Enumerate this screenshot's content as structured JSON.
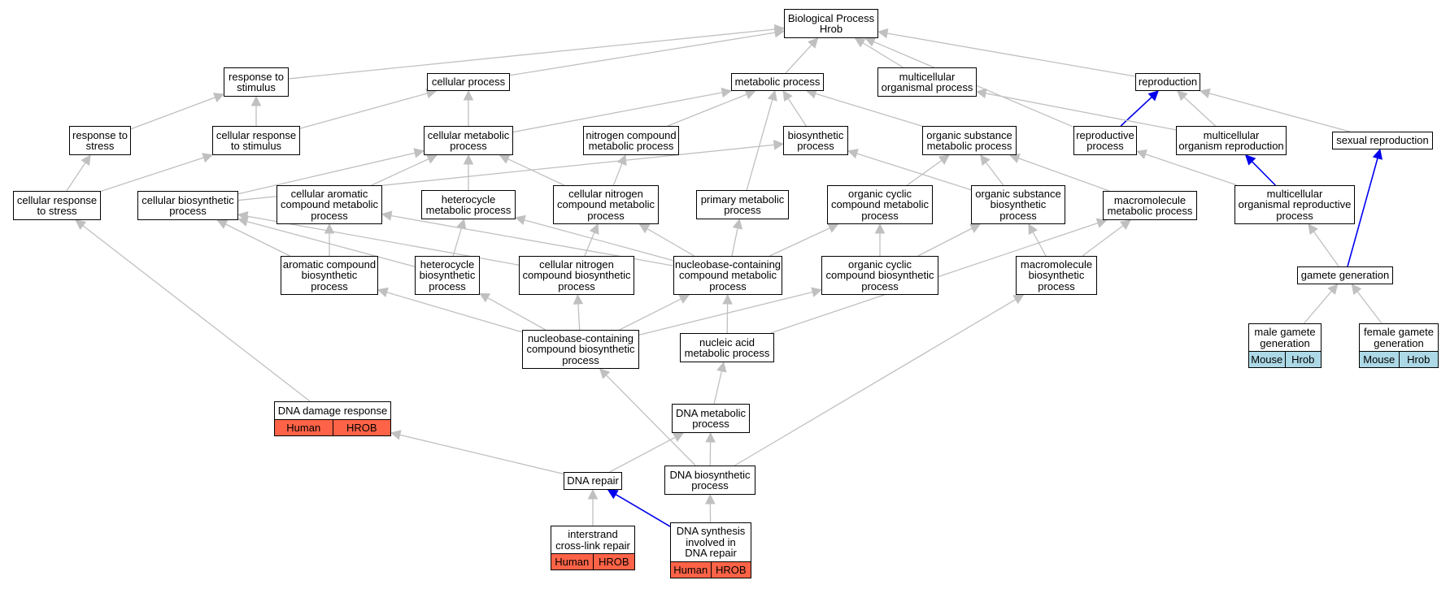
{
  "diagram": {
    "edge_color": "#c0c0c0",
    "highlight_edge_color": "#0000ee",
    "annotation_colors": {
      "Human": "#ff6347",
      "HROB": "#ff6347",
      "Mouse": "#add8e6",
      "Hrob": "#add8e6"
    },
    "nodes": [
      {
        "id": "bp",
        "label": "Biological Process\nHrob"
      },
      {
        "id": "resp_stim",
        "label": "response to\nstimulus"
      },
      {
        "id": "cell_proc",
        "label": "cellular process"
      },
      {
        "id": "metab",
        "label": "metabolic process"
      },
      {
        "id": "multi_org",
        "label": "multicellular\norganismal process"
      },
      {
        "id": "repro",
        "label": "reproduction"
      },
      {
        "id": "resp_stress",
        "label": "response to\nstress"
      },
      {
        "id": "cell_resp_stim",
        "label": "cellular response\nto stimulus"
      },
      {
        "id": "cell_metab",
        "label": "cellular metabolic\nprocess"
      },
      {
        "id": "nitro_metab",
        "label": "nitrogen compound\nmetabolic process"
      },
      {
        "id": "biosynth",
        "label": "biosynthetic\nprocess"
      },
      {
        "id": "org_sub_metab",
        "label": "organic substance\nmetabolic process"
      },
      {
        "id": "repro_proc",
        "label": "reproductive\nprocess"
      },
      {
        "id": "multi_org_repro",
        "label": "multicellular\norganism reproduction"
      },
      {
        "id": "sex_repro",
        "label": "sexual reproduction"
      },
      {
        "id": "cell_resp_stress",
        "label": "cellular response\nto stress"
      },
      {
        "id": "cell_biosynth",
        "label": "cellular biosynthetic\nprocess"
      },
      {
        "id": "cell_arom",
        "label": "cellular aromatic\ncompound metabolic\nprocess"
      },
      {
        "id": "hetero_metab",
        "label": "heterocycle\nmetabolic process"
      },
      {
        "id": "cell_nitro_metab",
        "label": "cellular nitrogen\ncompound metabolic\nprocess"
      },
      {
        "id": "prim_metab",
        "label": "primary metabolic\nprocess"
      },
      {
        "id": "org_cyc_metab",
        "label": "organic cyclic\ncompound metabolic\nprocess"
      },
      {
        "id": "org_sub_biosynth",
        "label": "organic substance\nbiosynthetic\nprocess"
      },
      {
        "id": "macro_metab",
        "label": "macromolecule\nmetabolic process"
      },
      {
        "id": "multi_repro_proc",
        "label": "multicellular\norganismal reproductive\nprocess"
      },
      {
        "id": "arom_biosynth",
        "label": "aromatic compound\nbiosynthetic\nprocess"
      },
      {
        "id": "hetero_biosynth",
        "label": "heterocycle\nbiosynthetic\nprocess"
      },
      {
        "id": "cell_nitro_biosynth",
        "label": "cellular nitrogen\ncompound biosynthetic\nprocess"
      },
      {
        "id": "nucleobase_metab",
        "label": "nucleobase-containing\ncompound metabolic\nprocess"
      },
      {
        "id": "org_cyc_biosynth",
        "label": "organic cyclic\ncompound biosynthetic\nprocess"
      },
      {
        "id": "macro_biosynth",
        "label": "macromolecule\nbiosynthetic\nprocess"
      },
      {
        "id": "gamete_gen",
        "label": "gamete generation"
      },
      {
        "id": "nucleobase_biosynth",
        "label": "nucleobase-containing\ncompound biosynthetic\nprocess"
      },
      {
        "id": "nucleic_metab",
        "label": "nucleic acid\nmetabolic process"
      },
      {
        "id": "male_gamete",
        "label": "male gamete\ngeneration",
        "annotations": [
          "Mouse",
          "Hrob"
        ]
      },
      {
        "id": "female_gamete",
        "label": "female gamete\ngeneration",
        "annotations": [
          "Mouse",
          "Hrob"
        ]
      },
      {
        "id": "dna_damage",
        "label": "DNA damage response",
        "annotations": [
          "Human",
          "HROB"
        ]
      },
      {
        "id": "dna_metab",
        "label": "DNA metabolic\nprocess"
      },
      {
        "id": "dna_repair",
        "label": "DNA repair"
      },
      {
        "id": "dna_biosynth",
        "label": "DNA biosynthetic\nprocess"
      },
      {
        "id": "interstrand",
        "label": "interstrand\ncross-link repair",
        "annotations": [
          "Human",
          "HROB"
        ]
      },
      {
        "id": "dna_synth_repair",
        "label": "DNA synthesis\ninvolved in\nDNA repair",
        "annotations": [
          "Human",
          "HROB"
        ]
      }
    ],
    "edges": [
      {
        "from": "resp_stim",
        "to": "bp"
      },
      {
        "from": "cell_proc",
        "to": "bp"
      },
      {
        "from": "metab",
        "to": "bp"
      },
      {
        "from": "multi_org",
        "to": "bp"
      },
      {
        "from": "repro",
        "to": "bp"
      },
      {
        "from": "repro_proc",
        "to": "bp"
      },
      {
        "from": "resp_stress",
        "to": "resp_stim"
      },
      {
        "from": "cell_resp_stim",
        "to": "resp_stim"
      },
      {
        "from": "cell_resp_stim",
        "to": "cell_proc"
      },
      {
        "from": "cell_metab",
        "to": "cell_proc"
      },
      {
        "from": "cell_metab",
        "to": "metab"
      },
      {
        "from": "nitro_metab",
        "to": "metab"
      },
      {
        "from": "biosynth",
        "to": "metab"
      },
      {
        "from": "org_sub_metab",
        "to": "metab"
      },
      {
        "from": "prim_metab",
        "to": "metab"
      },
      {
        "from": "repro_proc",
        "to": "repro",
        "highlight": true
      },
      {
        "from": "multi_org_repro",
        "to": "repro"
      },
      {
        "from": "multi_org_repro",
        "to": "multi_org"
      },
      {
        "from": "sex_repro",
        "to": "repro"
      },
      {
        "from": "cell_resp_stress",
        "to": "resp_stress"
      },
      {
        "from": "cell_resp_stress",
        "to": "cell_resp_stim"
      },
      {
        "from": "cell_biosynth",
        "to": "cell_metab"
      },
      {
        "from": "cell_biosynth",
        "to": "biosynth"
      },
      {
        "from": "cell_arom",
        "to": "cell_metab"
      },
      {
        "from": "hetero_metab",
        "to": "cell_metab"
      },
      {
        "from": "cell_nitro_metab",
        "to": "cell_metab"
      },
      {
        "from": "cell_nitro_metab",
        "to": "nitro_metab"
      },
      {
        "from": "org_cyc_metab",
        "to": "org_sub_metab"
      },
      {
        "from": "org_sub_biosynth",
        "to": "org_sub_metab"
      },
      {
        "from": "org_sub_biosynth",
        "to": "biosynth"
      },
      {
        "from": "macro_metab",
        "to": "org_sub_metab"
      },
      {
        "from": "multi_repro_proc",
        "to": "multi_org_repro",
        "highlight": true
      },
      {
        "from": "multi_repro_proc",
        "to": "repro_proc"
      },
      {
        "from": "arom_biosynth",
        "to": "cell_arom"
      },
      {
        "from": "arom_biosynth",
        "to": "cell_biosynth"
      },
      {
        "from": "hetero_biosynth",
        "to": "hetero_metab"
      },
      {
        "from": "hetero_biosynth",
        "to": "cell_biosynth"
      },
      {
        "from": "cell_nitro_biosynth",
        "to": "cell_nitro_metab"
      },
      {
        "from": "cell_nitro_biosynth",
        "to": "cell_biosynth"
      },
      {
        "from": "nucleobase_metab",
        "to": "cell_arom"
      },
      {
        "from": "nucleobase_metab",
        "to": "hetero_metab"
      },
      {
        "from": "nucleobase_metab",
        "to": "cell_nitro_metab"
      },
      {
        "from": "nucleobase_metab",
        "to": "prim_metab"
      },
      {
        "from": "nucleobase_metab",
        "to": "org_cyc_metab"
      },
      {
        "from": "org_cyc_biosynth",
        "to": "org_cyc_metab"
      },
      {
        "from": "org_cyc_biosynth",
        "to": "org_sub_biosynth"
      },
      {
        "from": "macro_biosynth",
        "to": "org_sub_biosynth"
      },
      {
        "from": "macro_biosynth",
        "to": "macro_metab"
      },
      {
        "from": "gamete_gen",
        "to": "multi_repro_proc"
      },
      {
        "from": "gamete_gen",
        "to": "sex_repro",
        "highlight": true
      },
      {
        "from": "nucleobase_biosynth",
        "to": "arom_biosynth"
      },
      {
        "from": "nucleobase_biosynth",
        "to": "hetero_biosynth"
      },
      {
        "from": "nucleobase_biosynth",
        "to": "cell_nitro_biosynth"
      },
      {
        "from": "nucleobase_biosynth",
        "to": "nucleobase_metab"
      },
      {
        "from": "nucleobase_biosynth",
        "to": "org_cyc_biosynth"
      },
      {
        "from": "nucleic_metab",
        "to": "nucleobase_metab"
      },
      {
        "from": "nucleic_metab",
        "to": "macro_metab"
      },
      {
        "from": "male_gamete",
        "to": "gamete_gen"
      },
      {
        "from": "female_gamete",
        "to": "gamete_gen"
      },
      {
        "from": "dna_damage",
        "to": "cell_resp_stress"
      },
      {
        "from": "dna_metab",
        "to": "nucleic_metab"
      },
      {
        "from": "dna_repair",
        "to": "dna_metab"
      },
      {
        "from": "dna_repair",
        "to": "dna_damage"
      },
      {
        "from": "dna_biosynth",
        "to": "dna_metab"
      },
      {
        "from": "dna_biosynth",
        "to": "nucleobase_biosynth"
      },
      {
        "from": "dna_biosynth",
        "to": "macro_biosynth"
      },
      {
        "from": "interstrand",
        "to": "dna_repair"
      },
      {
        "from": "dna_synth_repair",
        "to": "dna_biosynth"
      },
      {
        "from": "dna_synth_repair",
        "to": "dna_repair",
        "highlight": true
      }
    ]
  }
}
